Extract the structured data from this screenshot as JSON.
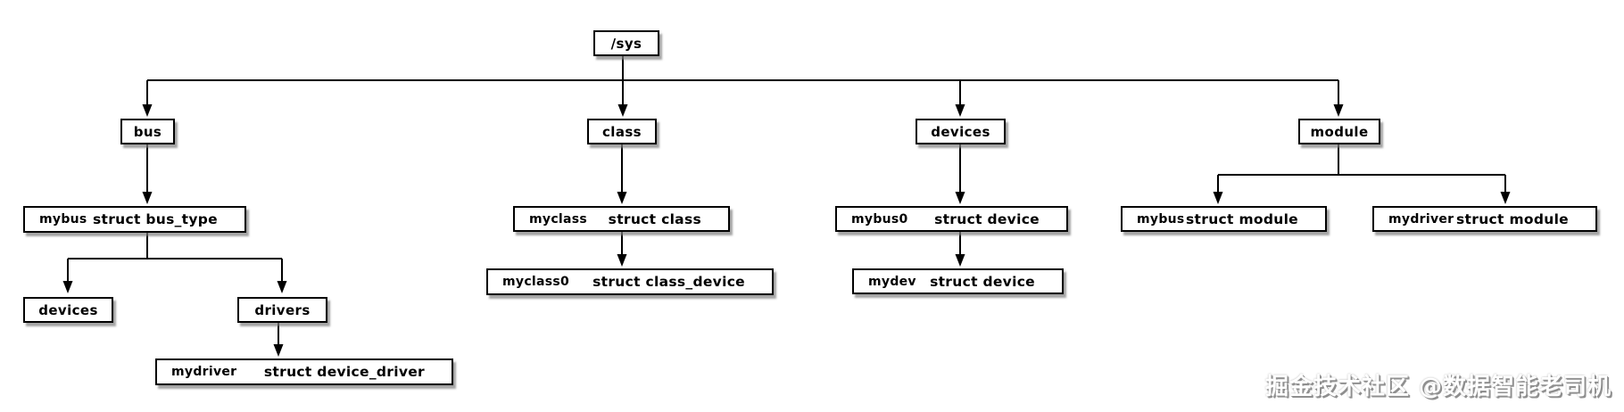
{
  "nodes": {
    "sys": {
      "label": "/sys"
    },
    "bus": {
      "label": "bus"
    },
    "class": {
      "label": "class"
    },
    "devices": {
      "label": "devices"
    },
    "module": {
      "label": "module"
    },
    "mybus_bus_type": {
      "name": "mybus",
      "struct": "struct bus_type"
    },
    "myclass": {
      "name": "myclass",
      "struct": "struct class"
    },
    "mybus0": {
      "name": "mybus0",
      "struct": "struct device"
    },
    "mybus_module": {
      "name": "mybus",
      "struct": "struct module"
    },
    "mydriver_module": {
      "name": "mydriver",
      "struct": "struct module"
    },
    "bus_devices": {
      "label": "devices"
    },
    "bus_drivers": {
      "label": "drivers"
    },
    "myclass0": {
      "name": "myclass0",
      "struct": "struct class_device"
    },
    "mydev": {
      "name": "mydev",
      "struct": "struct device"
    },
    "mydriver_device_driver": {
      "name": "mydriver",
      "struct": "struct device_driver"
    }
  },
  "edges": [
    [
      "/sys",
      "bus"
    ],
    [
      "/sys",
      "class"
    ],
    [
      "/sys",
      "devices"
    ],
    [
      "/sys",
      "module"
    ],
    [
      "bus",
      "mybus (struct bus_type)"
    ],
    [
      "mybus (struct bus_type)",
      "devices"
    ],
    [
      "mybus (struct bus_type)",
      "drivers"
    ],
    [
      "drivers",
      "mydriver (struct device_driver)"
    ],
    [
      "class",
      "myclass (struct class)"
    ],
    [
      "myclass (struct class)",
      "myclass0 (struct class_device)"
    ],
    [
      "devices",
      "mybus0 (struct device)"
    ],
    [
      "mybus0 (struct device)",
      "mydev (struct device)"
    ],
    [
      "module",
      "mybus (struct module)"
    ],
    [
      "module",
      "mydriver (struct module)"
    ]
  ],
  "watermark": {
    "text": "掘金技术社区 @数据智能老司机"
  },
  "colors": {
    "line": "#000000",
    "box_background": "#ffffff",
    "box_border": "#000000",
    "shadow": "#8f8f8f",
    "watermark_fill": "#ffffff"
  }
}
